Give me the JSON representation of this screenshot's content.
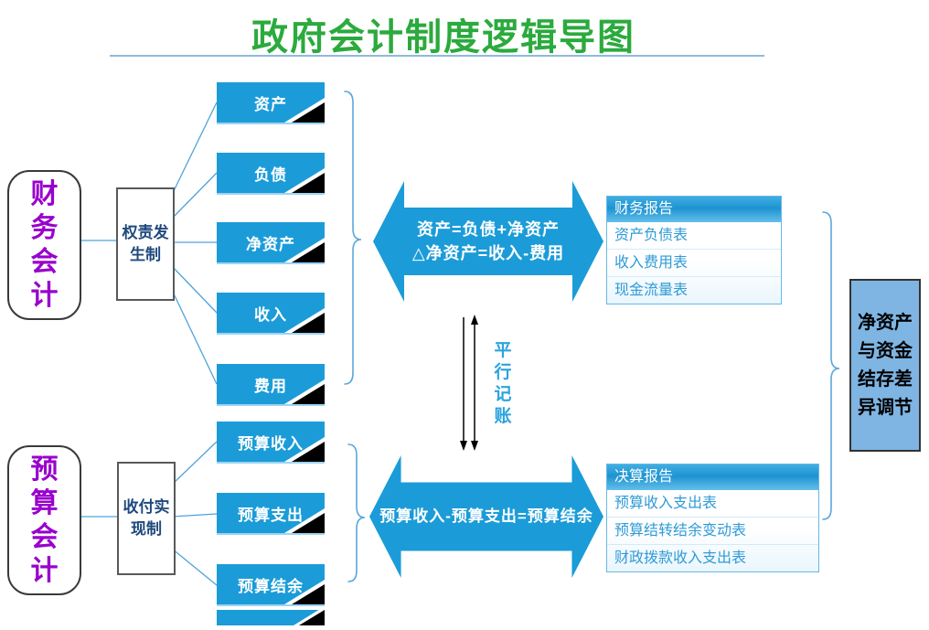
{
  "title": "政府会计制度逻辑导图",
  "groups": [
    {
      "category": "财务会计",
      "basis": "权责发生制",
      "elements": [
        "资产",
        "负债",
        "净资产",
        "收入",
        "费用"
      ]
    },
    {
      "category": "预算会计",
      "basis": "收付实现制",
      "elements": [
        "预算收入",
        "预算支出",
        "预算结余"
      ]
    }
  ],
  "formulas": {
    "top_line1": "资产=负债+净资产",
    "top_line2": "△净资产=收入-费用",
    "bottom": "预算收入-预算支出=预算结余",
    "parallel": "平行记账"
  },
  "reports": [
    {
      "header": "财务报告",
      "rows": [
        "资产负债表",
        "收入费用表",
        "现金流量表"
      ]
    },
    {
      "header": "决算报告",
      "rows": [
        "预算收入支出表",
        "预算结转结余变动表",
        "财政拨款收入支出表"
      ]
    }
  ],
  "right_note": "净资产与资金结存差异调节",
  "colors": {
    "title_green": "#2BAA3D",
    "main_blue": "#1B9CD8",
    "purple_text": "#9900CC",
    "dark_blue_text": "#1F497D",
    "report_text_blue": "#2F9BD6",
    "note_fill_blue": "#7FB5E3",
    "connector_blue": "#4FA3D9"
  }
}
